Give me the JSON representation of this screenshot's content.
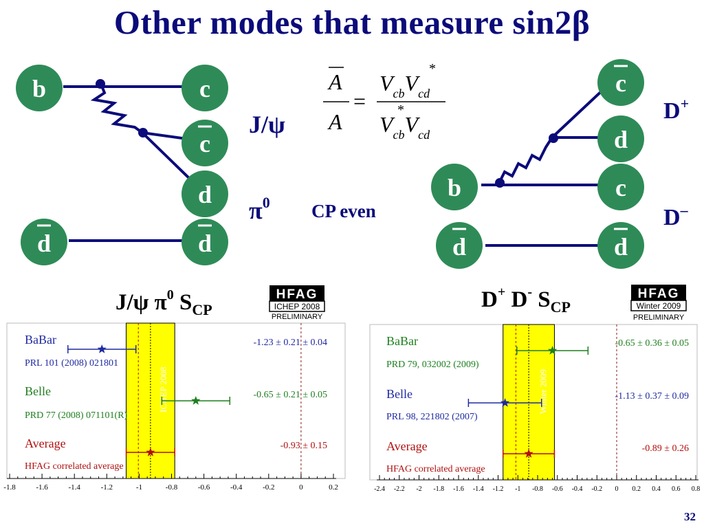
{
  "slide": {
    "title": "Other modes that measure sin2β",
    "number": "32"
  },
  "diagram_left": {
    "quarks": {
      "b": "b",
      "c": "c",
      "cbar": "c",
      "d": "d",
      "dbar_in": "d",
      "dbar_out": "d"
    },
    "mesons": {
      "jpsi": "J/ψ",
      "pi0_base": "π",
      "pi0_sup": "0"
    },
    "cp_label": "CP even"
  },
  "formula": {
    "lhs_num": "A",
    "lhs_den": "A",
    "v": "V",
    "cb": "cb",
    "cd": "cd",
    "star": "*"
  },
  "diagram_right": {
    "quarks": {
      "cbar": "c",
      "d": "d",
      "b": "b",
      "c": "c",
      "dbar_in": "d",
      "dbar_out": "d"
    },
    "mesons": {
      "dplus_base": "D",
      "dplus_sup": "+",
      "dminus_base": "D",
      "dminus_sup": "–"
    }
  },
  "hfag_badge_left": {
    "name": "HFAG",
    "conf": "ICHEP 2008",
    "status": "PRELIMINARY"
  },
  "hfag_badge_right": {
    "name": "HFAG",
    "conf": "Winter 2009",
    "status": "PRELIMINARY"
  },
  "colors": {
    "title": "#0b0b7a",
    "quark": "#2e8b57",
    "line": "#0b0b7a",
    "band": "#ffff00",
    "babar": "#1f2aa0",
    "belle": "#1f7f1f",
    "average": "#b01010"
  },
  "chart_data": [
    {
      "type": "scatter",
      "title_parts": {
        "base": "J/ψ π",
        "sup": "0",
        "s": " S",
        "sub": "CP"
      },
      "xlim": [
        -1.8,
        0.2
      ],
      "xticks": [
        -1.8,
        -1.6,
        -1.4,
        -1.2,
        -1,
        -0.8,
        -0.6,
        -0.4,
        -0.2,
        0,
        0.2
      ],
      "xtick_labels": [
        "-1.8",
        "-1.6",
        "-1.4",
        "-1.2",
        "-1",
        "-0.8",
        "-0.6",
        "-0.4",
        "-0.2",
        "0",
        "0.2"
      ],
      "band": {
        "low": -1.08,
        "high": -0.78,
        "center": -0.93,
        "label": "ICHEP 2008"
      },
      "measurements": [
        {
          "experiment": "BaBar",
          "reference": "PRL 101 (2008) 021801",
          "value": -1.23,
          "err_low": 0.21,
          "err_high": 0.21,
          "text": "-1.23 ± 0.21 ± 0.04"
        },
        {
          "experiment": "Belle",
          "reference": "PRD 77 (2008) 071101(R)",
          "value": -0.65,
          "err_low": 0.21,
          "err_high": 0.21,
          "text": "-0.65 ± 0.21 ± 0.05"
        },
        {
          "experiment": "Average",
          "reference": "HFAG correlated average",
          "value": -0.93,
          "err_low": 0.15,
          "err_high": 0.15,
          "text": "-0.93 ± 0.15"
        }
      ]
    },
    {
      "type": "scatter",
      "title_parts": {
        "base": "D",
        "sup1": "+",
        "mid": " D",
        "sup2": "-",
        "s": " S",
        "sub": "CP"
      },
      "xlim": [
        -2.4,
        0.8
      ],
      "xticks": [
        -2.4,
        -2.2,
        -2,
        -1.8,
        -1.6,
        -1.4,
        -1.2,
        -1,
        -0.8,
        -0.6,
        -0.4,
        -0.2,
        0,
        0.2,
        0.4,
        0.6,
        0.8
      ],
      "xtick_labels": [
        "-2.4",
        "-2.2",
        "-2",
        "-1.8",
        "-1.6",
        "-1.4",
        "-1.2",
        "-1",
        "-0.8",
        "-0.6",
        "-0.4",
        "-0.2",
        "0",
        "0.2",
        "0.4",
        "0.6",
        "0.8"
      ],
      "band": {
        "low": -1.15,
        "high": -0.63,
        "center": -0.89,
        "label": "Winter 2009"
      },
      "measurements": [
        {
          "experiment": "BaBar",
          "reference": "PRD 79, 032002 (2009)",
          "value": -0.65,
          "err_low": 0.36,
          "err_high": 0.36,
          "text": "-0.65 ± 0.36 ± 0.05"
        },
        {
          "experiment": "Belle",
          "reference": "PRL 98, 221802 (2007)",
          "value": -1.13,
          "err_low": 0.37,
          "err_high": 0.37,
          "text": "-1.13 ± 0.37 ± 0.09"
        },
        {
          "experiment": "Average",
          "reference": "HFAG correlated average",
          "value": -0.89,
          "err_low": 0.26,
          "err_high": 0.26,
          "text": "-0.89 ± 0.26"
        }
      ]
    }
  ]
}
